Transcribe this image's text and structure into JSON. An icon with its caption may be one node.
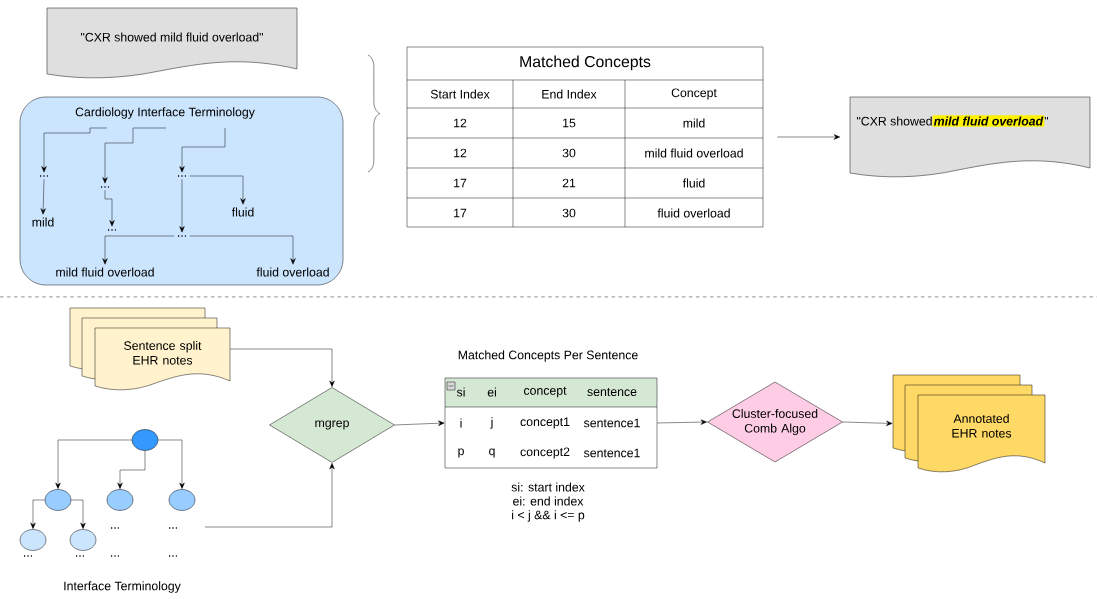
{
  "diagram": {
    "nodes": [
      {
        "text": [
          "\"CXR showed mild fluid overload\""
        ]
      },
      {
        "text": [
          "Cardiology Interface Terminology"
        ]
      },
      {
        "text": [
          "..."
        ],
        "in": 1
      },
      {
        "text": [
          "..."
        ],
        "in": 1
      },
      {
        "text": [
          "..."
        ],
        "in": 1
      },
      {
        "text": [
          "mild"
        ],
        "in": 1
      },
      {
        "text": [
          "fluid"
        ],
        "in": 1
      },
      {
        "text": [
          "..."
        ],
        "in": 1
      },
      {
        "text": [
          "..."
        ],
        "in": 1
      },
      {
        "text": [
          "mild fluid overload"
        ],
        "in": 1
      },
      {
        "text": [
          "fluid overload"
        ],
        "in": 1
      },
      {
        "text": [
          "Matched Concepts"
        ]
      },
      {
        "text": [
          "\"CXR showed",
          "mild fluid overload",
          "\""
        ]
      },
      {
        "text": [
          "Sentence split EHR notes"
        ]
      },
      {
        "text": [],
        "shape": "circle"
      },
      {
        "text": [],
        "shape": "circle"
      },
      {
        "text": [],
        "shape": "circle"
      },
      {
        "text": [],
        "shape": "circle"
      },
      {
        "text": [],
        "shape": "circle"
      },
      {
        "text": [],
        "shape": "circle"
      },
      {
        "text": [
          "mgrep"
        ]
      },
      {
        "text": [
          "Matched Concepts Per Sentence"
        ]
      },
      {
        "text": [
          "Cluster-focused Comb Algo"
        ]
      },
      {
        "text": [
          "Annotated EHR notes"
        ]
      }
    ],
    "edges": [
      {
        "from": null,
        "to": 2,
        "arrow": "to"
      },
      {
        "from": null,
        "to": 3,
        "arrow": "to"
      },
      {
        "from": null,
        "to": 4,
        "arrow": "to"
      },
      {
        "from": 2,
        "to": 5,
        "arrow": "to"
      },
      {
        "from": 3,
        "to": 7,
        "arrow": "to"
      },
      {
        "from": 4,
        "to": 6,
        "arrow": "to"
      },
      {
        "from": 4,
        "to": 8,
        "arrow": "to"
      },
      {
        "from": 8,
        "to": 9,
        "arrow": "to"
      },
      {
        "from": 8,
        "to": 10,
        "arrow": "to"
      },
      {
        "from": 11,
        "to": 12,
        "arrow": "to"
      },
      {
        "from": 13,
        "to": 20,
        "arrow": "to"
      },
      {
        "from": 14,
        "to": 15,
        "arrow": "to"
      },
      {
        "from": 14,
        "to": 16,
        "arrow": "to"
      },
      {
        "from": 14,
        "to": 17,
        "arrow": "to"
      },
      {
        "from": 15,
        "to": 18,
        "arrow": "to"
      },
      {
        "from": 15,
        "to": 19,
        "arrow": "to"
      },
      {
        "from": null,
        "to": 20,
        "arrow": "to"
      },
      {
        "from": 20,
        "to": 21,
        "arrow": "to"
      },
      {
        "from": 21,
        "to": 22,
        "arrow": "to"
      },
      {
        "from": 22,
        "to": 23,
        "arrow": "to"
      }
    ],
    "labels": [
      "Start Index",
      "End Index",
      "Concept",
      "12",
      "15",
      "mild",
      "12",
      "30",
      "mild fluid overload",
      "17",
      "21",
      "fluid",
      "17",
      "30",
      "fluid overload",
      "si",
      "ei",
      "concept",
      "sentence",
      "i",
      "j",
      "concept1",
      "sentence1",
      "p",
      "q",
      "concept2",
      "sentence1",
      "si: start index",
      "ei: end index",
      "i < j && i <= p",
      "...",
      "...",
      "...",
      "...",
      "...",
      "...",
      "Interface Terminology"
    ]
  }
}
